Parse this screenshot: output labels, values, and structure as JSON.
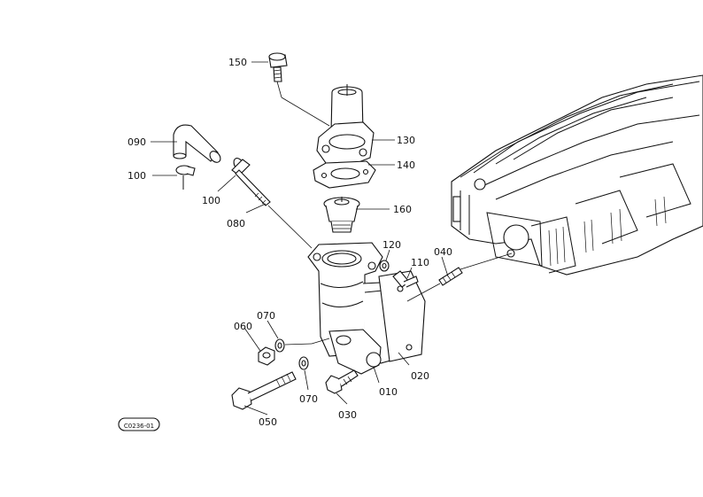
{
  "parts": [
    {
      "id": "p150",
      "label": "150"
    },
    {
      "id": "p130",
      "label": "130"
    },
    {
      "id": "p140",
      "label": "140"
    },
    {
      "id": "p090",
      "label": "090"
    },
    {
      "id": "p100a",
      "label": "100"
    },
    {
      "id": "p100b",
      "label": "100"
    },
    {
      "id": "p080",
      "label": "080"
    },
    {
      "id": "p160",
      "label": "160"
    },
    {
      "id": "p120",
      "label": "120"
    },
    {
      "id": "p110",
      "label": "110"
    },
    {
      "id": "p040",
      "label": "040"
    },
    {
      "id": "p070a",
      "label": "070"
    },
    {
      "id": "p060",
      "label": "060"
    },
    {
      "id": "p020",
      "label": "020"
    },
    {
      "id": "p010",
      "label": "010"
    },
    {
      "id": "p070b",
      "label": "070"
    },
    {
      "id": "p030",
      "label": "030"
    },
    {
      "id": "p050",
      "label": "050"
    }
  ],
  "diagram_code": "C0236-01"
}
